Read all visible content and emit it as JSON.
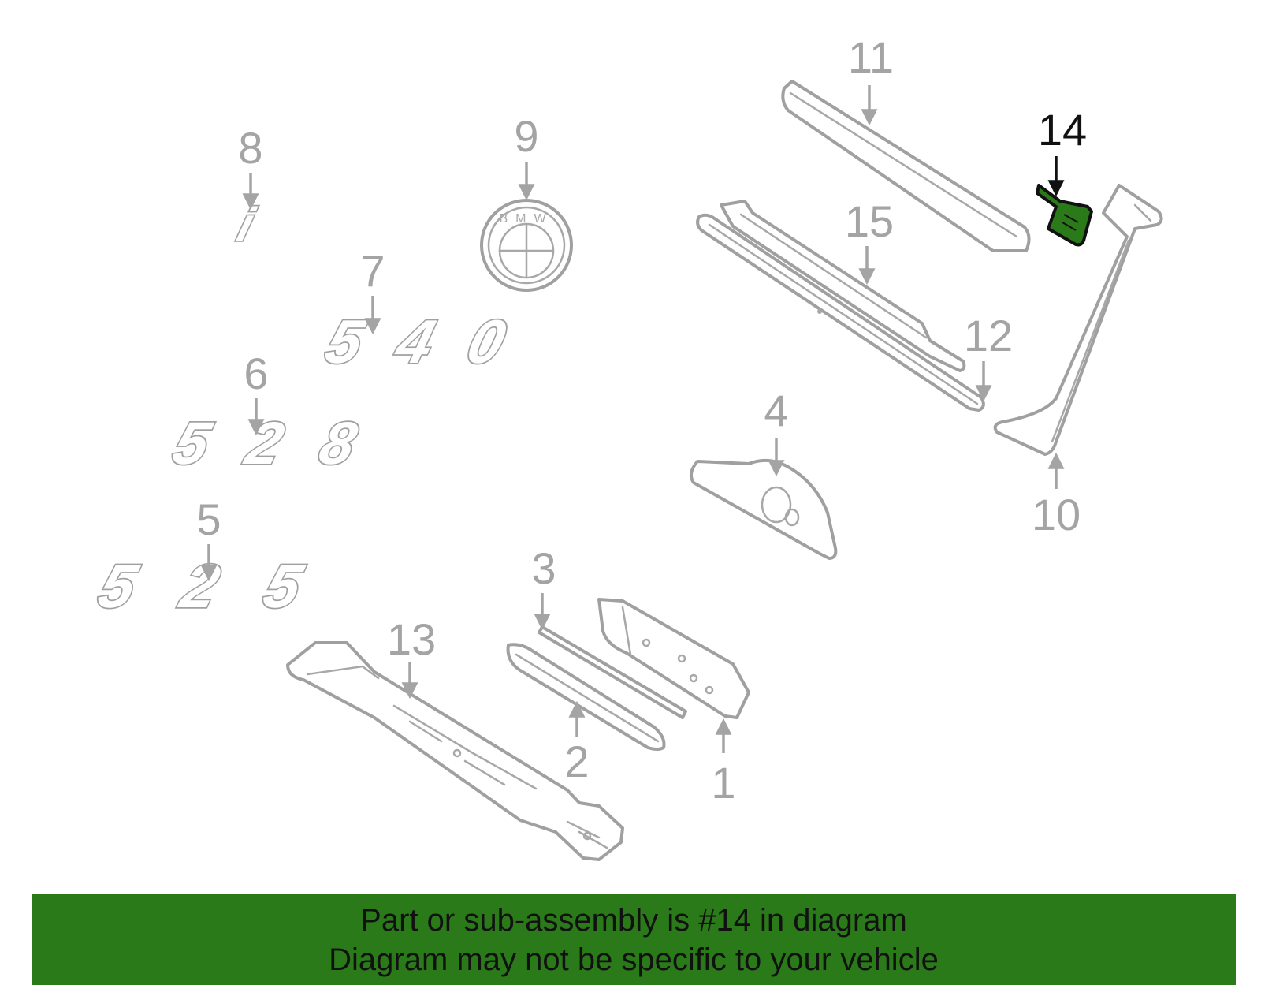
{
  "diagram": {
    "highlight_part": "14",
    "highlight_color": "#2b7a1a",
    "callouts": [
      "1",
      "2",
      "3",
      "4",
      "5",
      "6",
      "7",
      "8",
      "9",
      "10",
      "11",
      "12",
      "13",
      "14",
      "15"
    ],
    "badges": {
      "b525": "525",
      "b528": "528",
      "b540": "540",
      "bi": "i"
    },
    "logo_letters": "BMW"
  },
  "banner": {
    "line1": "Part or sub-assembly is #14 in diagram",
    "line2": "Diagram may not be specific to your vehicle",
    "background": "#2b7a1a"
  }
}
